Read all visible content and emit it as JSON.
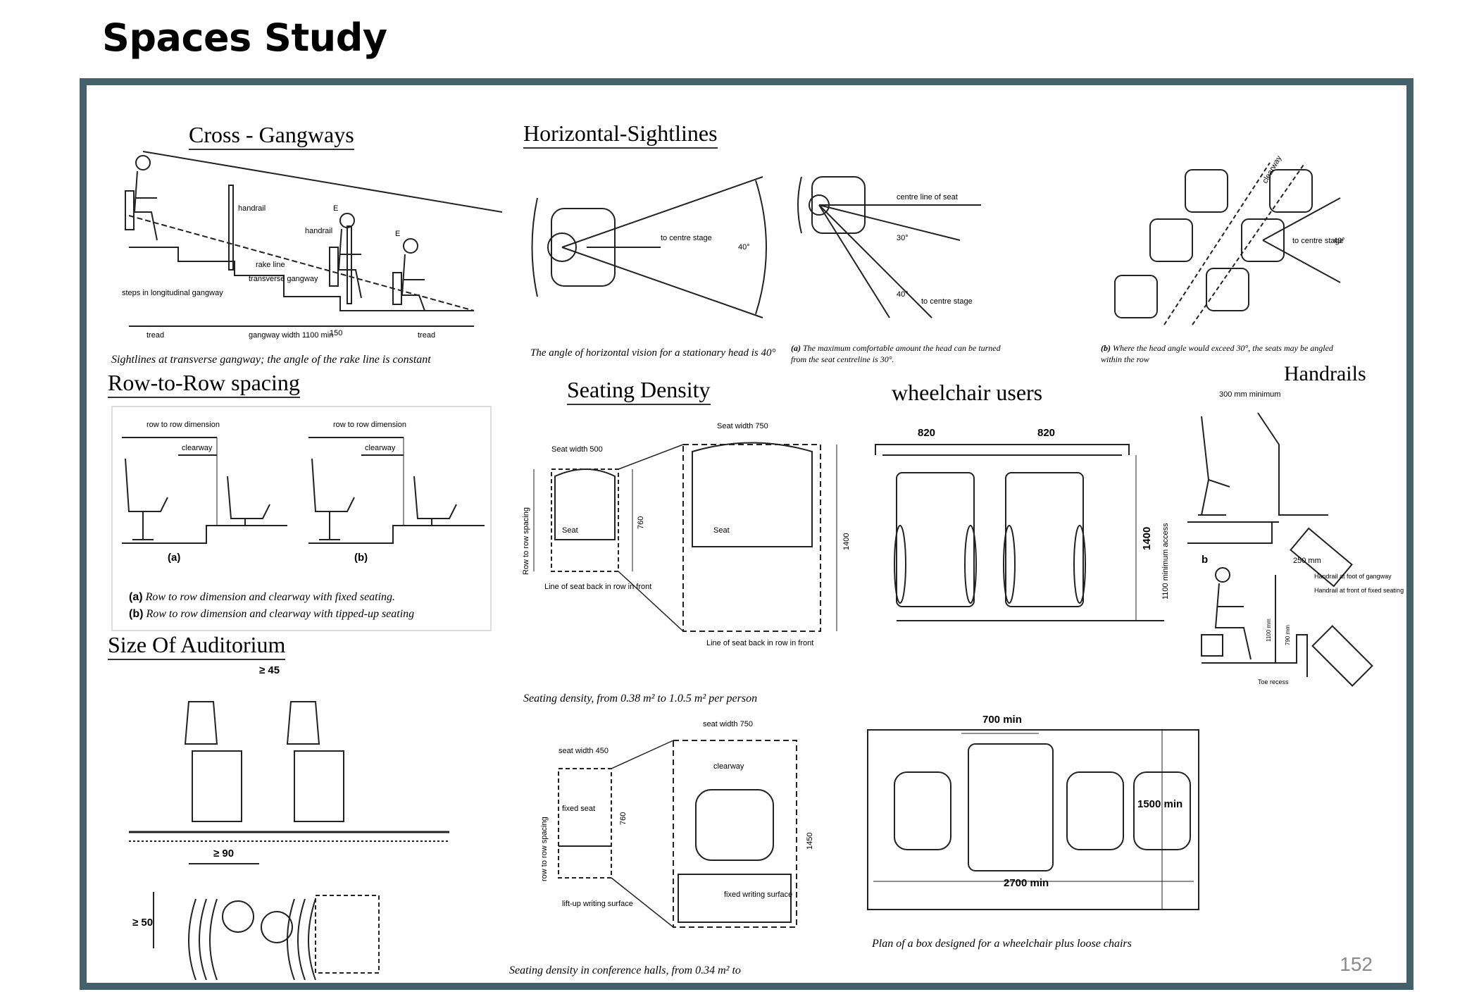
{
  "page": {
    "title": "Spaces Study",
    "number": "152"
  },
  "sections": {
    "cross_gangways": {
      "title": "Cross - Gangways",
      "caption": "Sightlines at transverse gangway; the angle of the rake line is constant",
      "labels": {
        "handrail": "handrail",
        "rake_line": "rake line",
        "transverse": "transverse gangway",
        "steps": "steps in longitudinal gangway",
        "tread": "tread",
        "gangway_width": "gangway width 1100 min",
        "dim150": "150",
        "e": "E"
      }
    },
    "horizontal_sightlines": {
      "title": "Horizontal-Sightlines",
      "caption_1": "The angle of horizontal vision for a stationary head is 40°",
      "caption_2a": "(a)",
      "caption_2": "The maximum comfortable amount the head can be turned from the seat centreline is 30°.",
      "caption_3a": "(b)",
      "caption_3": "Where the head angle would exceed 30°, the seats may be angled within the row",
      "labels": {
        "to_centre_stage": "to centre stage",
        "angle40": "40°",
        "angle30": "30°",
        "centre_line": "centre line of seat",
        "clearway": "clearway"
      }
    },
    "row_to_row": {
      "title": "Row-to-Row spacing",
      "labels": {
        "dimension": "row to row dimension",
        "clearway": "clearway",
        "a": "(a)",
        "b": "(b)"
      },
      "caption_a_tag": "(a)",
      "caption_a": "Row to row dimension and clearway with fixed seating.",
      "caption_b_tag": "(b)",
      "caption_b": "Row to row dimension and clearway with tipped-up seating"
    },
    "seating_density": {
      "title": "Seating Density",
      "caption": "Seating density, from 0.38 m² to 1.0.5 m² per person",
      "caption_2": "Seating density in conference halls, from 0.34 m² to",
      "labels": {
        "seat_width_500": "Seat width 500",
        "seat_width_750": "Seat width 750",
        "seat": "Seat",
        "row_spacing": "Row to row spacing",
        "line_of_seat_back": "Line of seat back in row in front",
        "d760": "760",
        "d1400": "1400",
        "seat_width_450": "seat width 450",
        "seat_width_750b": "seat width 750",
        "clearway": "clearway",
        "fixed_seat": "fixed seat",
        "lift_up": "lift-up writing surface",
        "fixed_writing": "fixed writing surface",
        "row_spacing_b": "row to row spacing",
        "d760b": "760",
        "d1450": "1450"
      }
    },
    "wheelchair": {
      "title": "wheelchair users",
      "caption": "Plan of a box designed for a wheelchair plus loose chairs",
      "labels": {
        "d820a": "820",
        "d820b": "820",
        "d1400": "1400",
        "access": "1100 minimum access",
        "d700": "700 min",
        "d1500": "1500 min",
        "d2700": "2700 min"
      }
    },
    "handrails": {
      "title": "Handrails",
      "labels": {
        "d300": "300 mm minimum",
        "b": "b",
        "d250": "250 mm",
        "foot": "Handrail at foot of gangway",
        "front": "Handrail at front of fixed seating",
        "toe": "Toe recess",
        "d1100": "1100 mm",
        "d790": "790 mm"
      }
    },
    "auditorium": {
      "title": "Size Of Auditorium",
      "labels": {
        "d45": "≥ 45",
        "d90": "≥ 90",
        "d50": "≥ 50"
      }
    }
  }
}
